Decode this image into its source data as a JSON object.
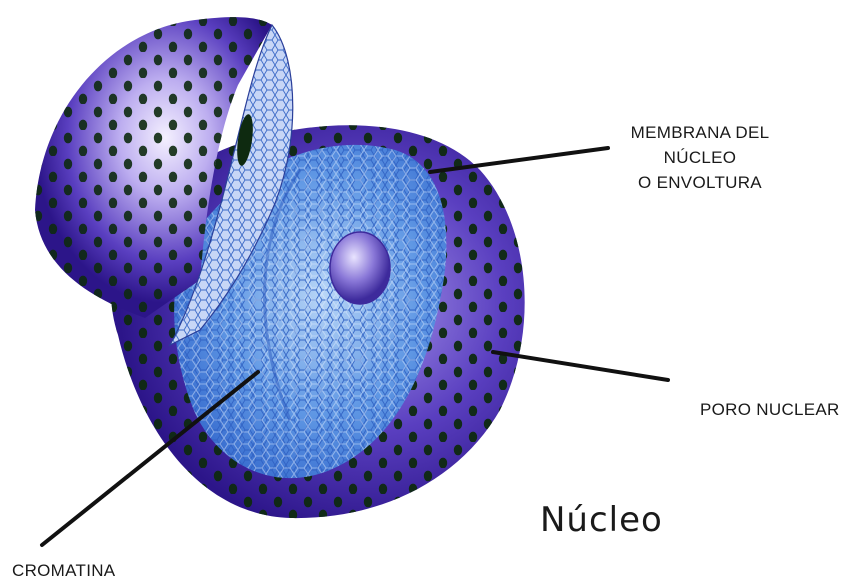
{
  "labels": {
    "membrane_line1": "MEMBRANA DEL",
    "membrane_line2": "NÚCLEO",
    "membrane_line3": "O ENVOLTURA",
    "pore": "PORO NUCLEAR",
    "chromatin": "CROMATINA"
  },
  "title": "Núcleo",
  "colors": {
    "envelope_outer": "#3a1f9e",
    "envelope_light": "#b8a4ee",
    "interior": "#4f8fe3",
    "interior_light": "#a9cdf5",
    "pore": "#0e2a10",
    "nucleolus": "#6b57c9",
    "leader": "#111111"
  }
}
